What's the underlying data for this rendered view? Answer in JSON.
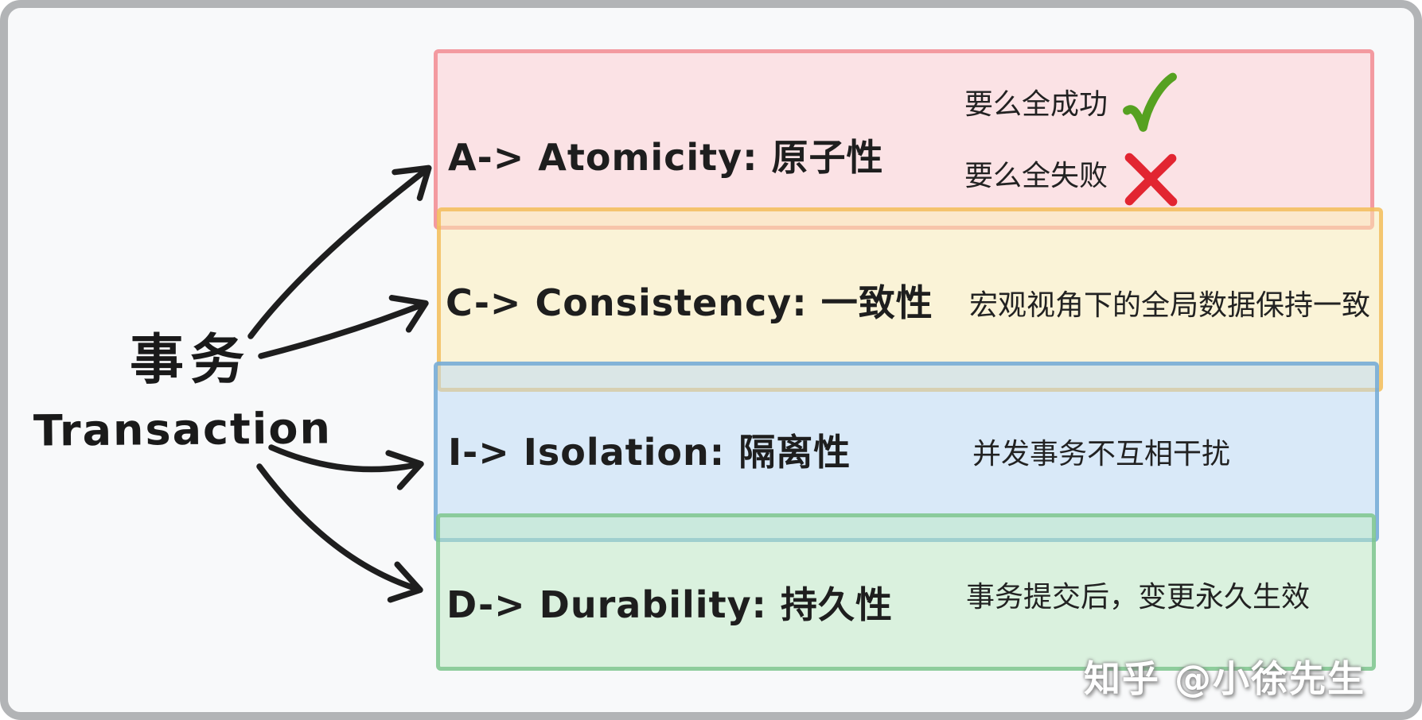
{
  "diagram": {
    "root": {
      "title_zh": "事务",
      "title_en": "Transaction"
    },
    "branches": [
      {
        "letter": "A",
        "label": "A-> Atomicity: 原子性",
        "fill": "#fbe2e5",
        "border": "#f29fa4",
        "annotations": [
          {
            "text": "要么全成功",
            "icon": "check-mark"
          },
          {
            "text": "要么全失败",
            "icon": "cross-mark"
          }
        ]
      },
      {
        "letter": "C",
        "label": "C-> Consistency: 一致性",
        "fill": "#faf3d7",
        "border": "#f3c776",
        "annotations": [
          {
            "text": "宏观视角下的全局数据保持一致"
          }
        ]
      },
      {
        "letter": "I",
        "label": "I-> Isolation: 隔离性",
        "fill": "#d9e9f8",
        "border": "#8ab7dc",
        "annotations": [
          {
            "text": "并发事务不互相干扰"
          }
        ]
      },
      {
        "letter": "D",
        "label": "D-> Durability: 持久性",
        "fill": "#daf1de",
        "border": "#93cfa2",
        "annotations": [
          {
            "text": "事务提交后，变更永久生效"
          }
        ]
      }
    ],
    "icon_colors": {
      "check": "#56a121",
      "cross": "#e22531"
    },
    "arrow_color": "#1e1e1e",
    "frame_color": "#b2b4b6",
    "background": "#f8f9fa",
    "watermark": "知乎 @小徐先生"
  }
}
